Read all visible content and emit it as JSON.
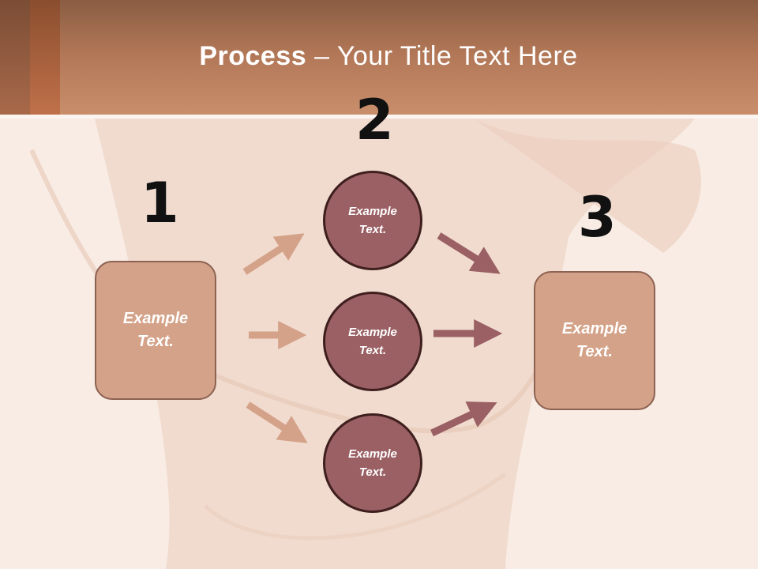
{
  "title": {
    "bold": "Process",
    "rest": " – Your Title Text Here"
  },
  "steps": {
    "one": "1",
    "two": "2",
    "three": "3"
  },
  "box_left": {
    "line1": "Example",
    "line2": "Text."
  },
  "box_right": {
    "line1": "Example",
    "line2": "Text."
  },
  "circles": [
    {
      "line1": "Example",
      "line2": "Text."
    },
    {
      "line1": "Example",
      "line2": "Text."
    },
    {
      "line1": "Example",
      "line2": "Text."
    }
  ],
  "colors": {
    "header": "#b07656",
    "box_fill": "#d4a288",
    "circle_fill": "#9a6064",
    "arrow_light": "#d4a288",
    "arrow_dark": "#9a6064"
  }
}
